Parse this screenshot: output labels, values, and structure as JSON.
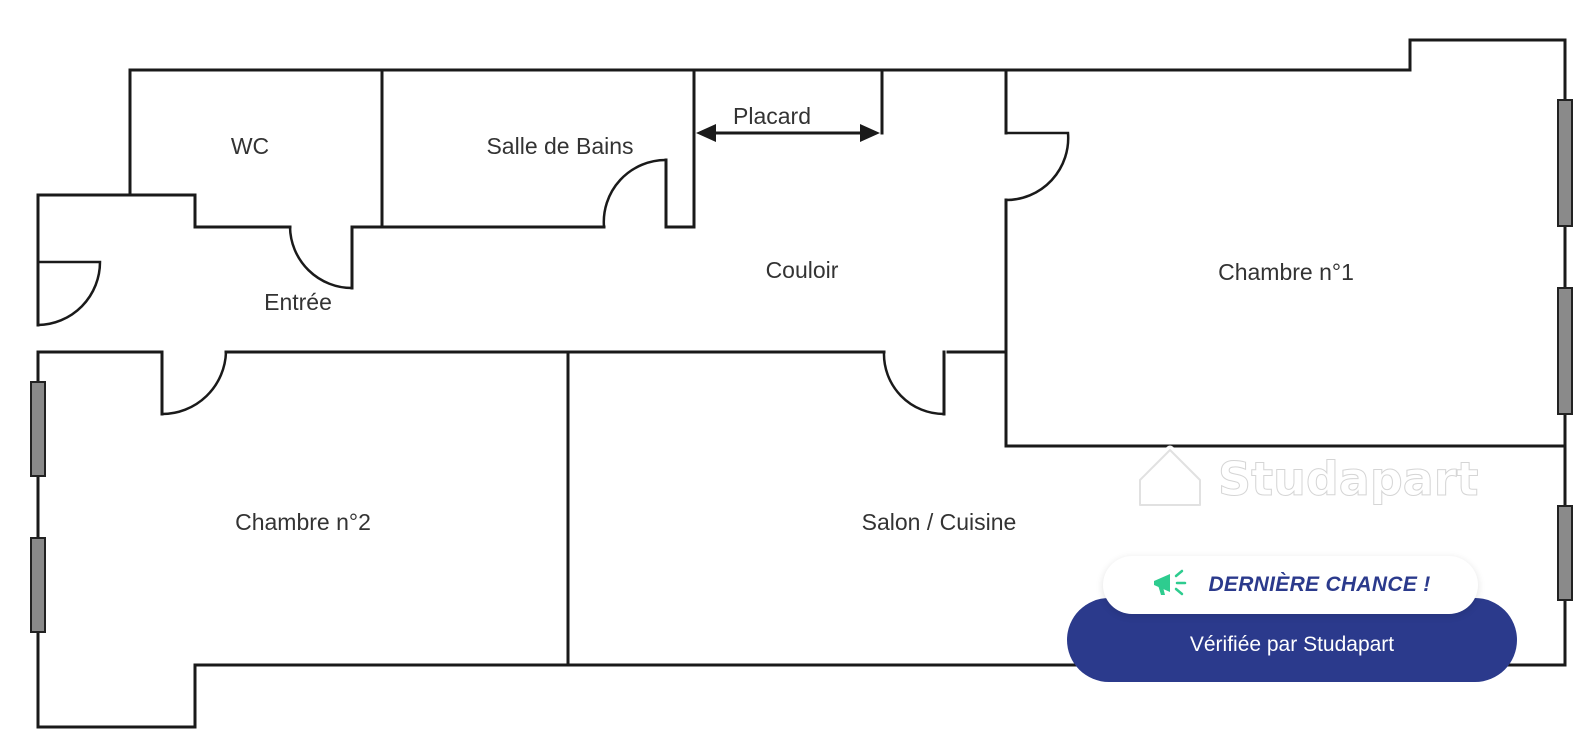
{
  "rooms": {
    "wc": "WC",
    "salle_de_bains": "Salle de Bains",
    "placard": "Placard",
    "couloir": "Couloir",
    "entree": "Entrée",
    "chambre_1": "Chambre n°1",
    "chambre_2": "Chambre n°2",
    "salon_cuisine": "Salon / Cuisine"
  },
  "watermark": {
    "brand": "Studapart",
    "icon": "house-smile-icon"
  },
  "badge": {
    "alert_label": "DERNIÈRE CHANCE !",
    "alert_icon": "megaphone-icon",
    "verified_label": "Vérifiée par Studapart",
    "accent_color": "#2b3a8c",
    "icon_color": "#2ecc8f"
  }
}
